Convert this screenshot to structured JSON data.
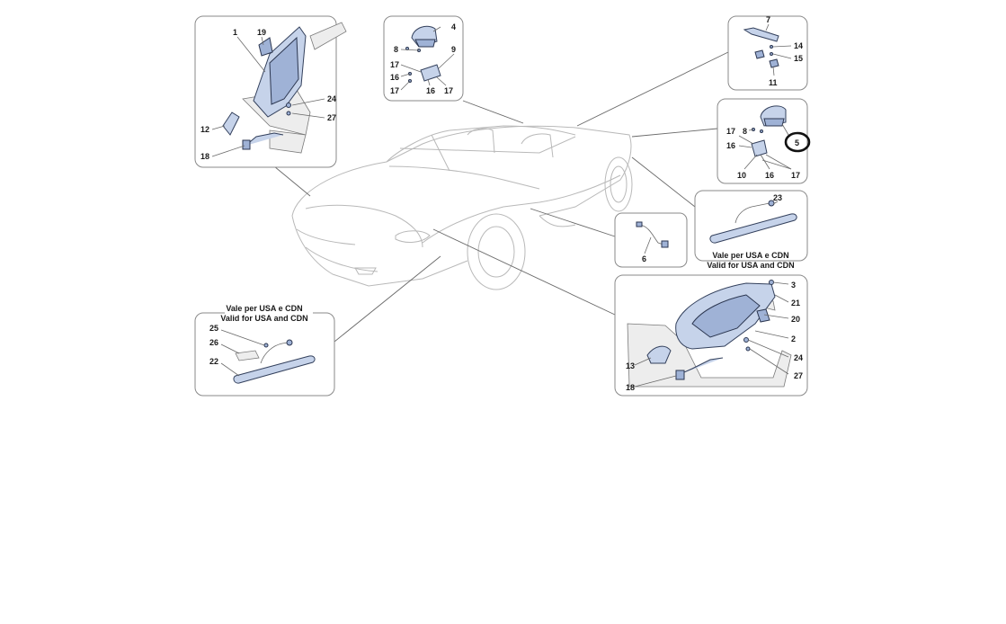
{
  "diagram": {
    "parts": {
      "p1": "1",
      "p2": "2",
      "p3": "3",
      "p4": "4",
      "p5": "5",
      "p6": "6",
      "p7": "7",
      "p8a": "8",
      "p8b": "8",
      "p9": "9",
      "p10": "10",
      "p11": "11",
      "p12": "12",
      "p13": "13",
      "p14": "14",
      "p15": "15",
      "p16a": "16",
      "p16b": "16",
      "p16c": "16",
      "p16d": "16",
      "p17a": "17",
      "p17b": "17",
      "p17c": "17",
      "p17d": "17",
      "p17e": "17",
      "p18a": "18",
      "p18b": "18",
      "p19": "19",
      "p20": "20",
      "p21": "21",
      "p22": "22",
      "p23": "23",
      "p24a": "24",
      "p24b": "24",
      "p25": "25",
      "p26": "26",
      "p27a": "27",
      "p27b": "27"
    },
    "notes": {
      "usa_it": "Vale per USA e CDN",
      "usa_en": "Valid for USA and CDN"
    },
    "highlighted_part": "5"
  }
}
